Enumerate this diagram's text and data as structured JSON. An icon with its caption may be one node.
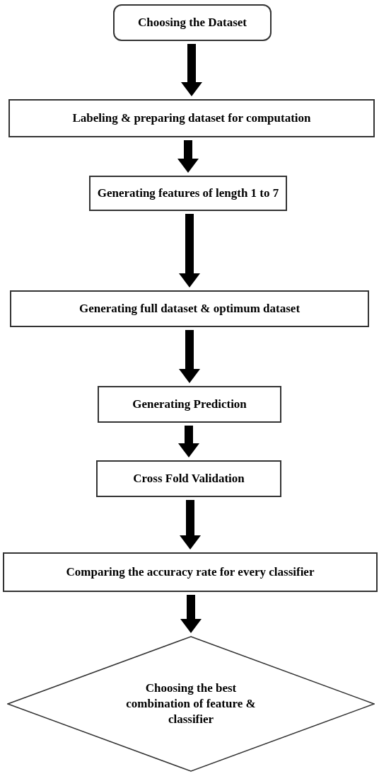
{
  "diagram": {
    "nodes": [
      {
        "text": [
          "Choosing the Dataset"
        ]
      },
      {
        "text": [
          "Labeling & preparing dataset for computation"
        ]
      },
      {
        "text": [
          "Generating features of length 1 to 7"
        ]
      },
      {
        "text": [
          "Generating full dataset & optimum dataset"
        ]
      },
      {
        "text": [
          "Generating Prediction"
        ]
      },
      {
        "text": [
          "Cross Fold Validation"
        ]
      },
      {
        "text": [
          "Comparing the accuracy rate for every classifier"
        ]
      },
      {
        "text": [
          "Choosing the best combination of feature & classifier"
        ]
      }
    ],
    "edges": [
      {
        "from": 0,
        "to": 1,
        "arrow": "to"
      },
      {
        "from": 1,
        "to": 2,
        "arrow": "to"
      },
      {
        "from": 2,
        "to": 3,
        "arrow": "to"
      },
      {
        "from": 3,
        "to": 4,
        "arrow": "to"
      },
      {
        "from": 4,
        "to": 5,
        "arrow": "to"
      },
      {
        "from": 5,
        "to": 6,
        "arrow": "to"
      },
      {
        "from": 6,
        "to": 7,
        "arrow": "to"
      }
    ]
  }
}
